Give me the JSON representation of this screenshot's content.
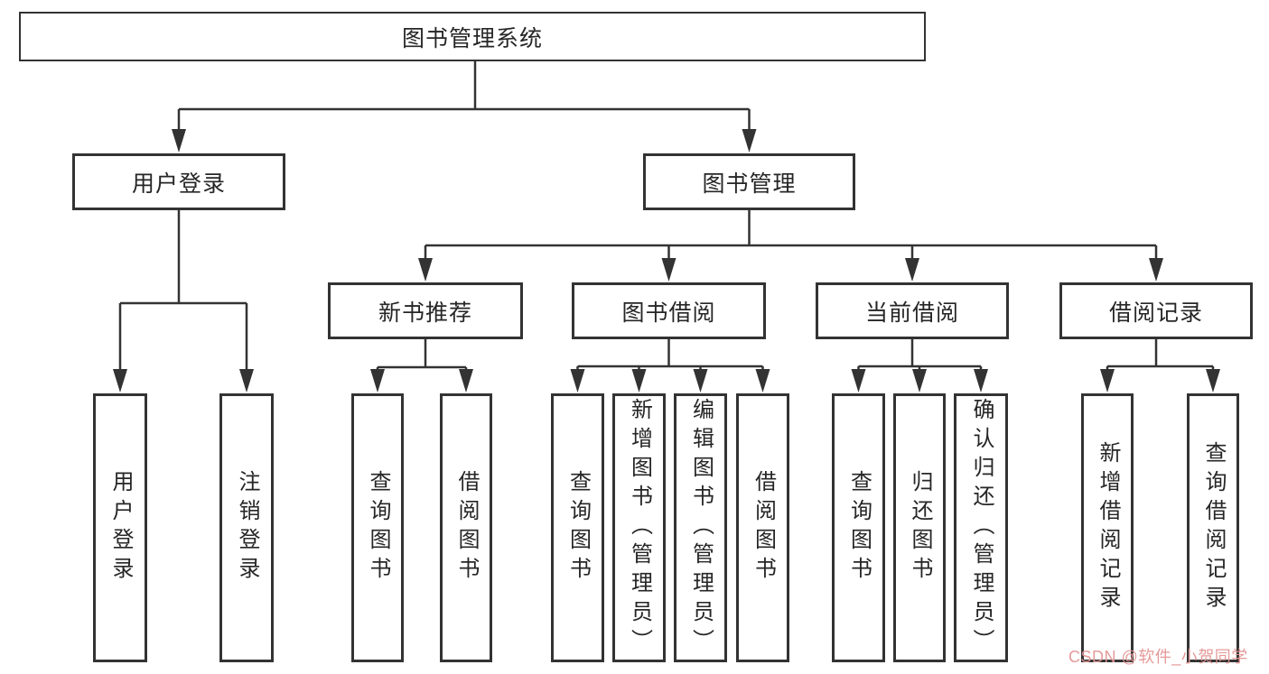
{
  "nodes": {
    "root": "图书管理系统",
    "user_login": "用户登录",
    "book_management": "图书管理",
    "new_book_recommend": "新书推荐",
    "book_borrow": "图书借阅",
    "current_borrow": "当前借阅",
    "borrow_records": "借阅记录",
    "leaf_user_login": "用户登录",
    "leaf_logout": "注销登录",
    "leaf_recommend_query": "查询图书",
    "leaf_recommend_borrow": "借阅图书",
    "leaf_bb_query": "查询图书",
    "leaf_bb_add": "新增图书（管理员）",
    "leaf_bb_edit": "编辑图书（管理员）",
    "leaf_bb_borrow": "借阅图书",
    "leaf_cb_query": "查询图书",
    "leaf_cb_return": "归还图书",
    "leaf_cb_confirm": "确认归还（管理员）",
    "leaf_br_add": "新增借阅记录",
    "leaf_br_query": "查询借阅记录"
  },
  "hierarchy": {
    "图书管理系统": [
      "用户登录",
      "图书管理"
    ],
    "用户登录": [
      "用户登录",
      "注销登录"
    ],
    "图书管理": [
      "新书推荐",
      "图书借阅",
      "当前借阅",
      "借阅记录"
    ],
    "新书推荐": [
      "查询图书",
      "借阅图书"
    ],
    "图书借阅": [
      "查询图书",
      "新增图书（管理员）",
      "编辑图书（管理员）",
      "借阅图书"
    ],
    "当前借阅": [
      "查询图书",
      "归还图书",
      "确认归还（管理员）"
    ],
    "借阅记录": [
      "新增借阅记录",
      "查询借阅记录"
    ]
  },
  "colors": {
    "line": "#333333",
    "box_border": "#333333",
    "text": "#262626",
    "background": "#ffffff",
    "watermark": "#e59595"
  },
  "watermark": "CSDN @软件_小贺同学"
}
